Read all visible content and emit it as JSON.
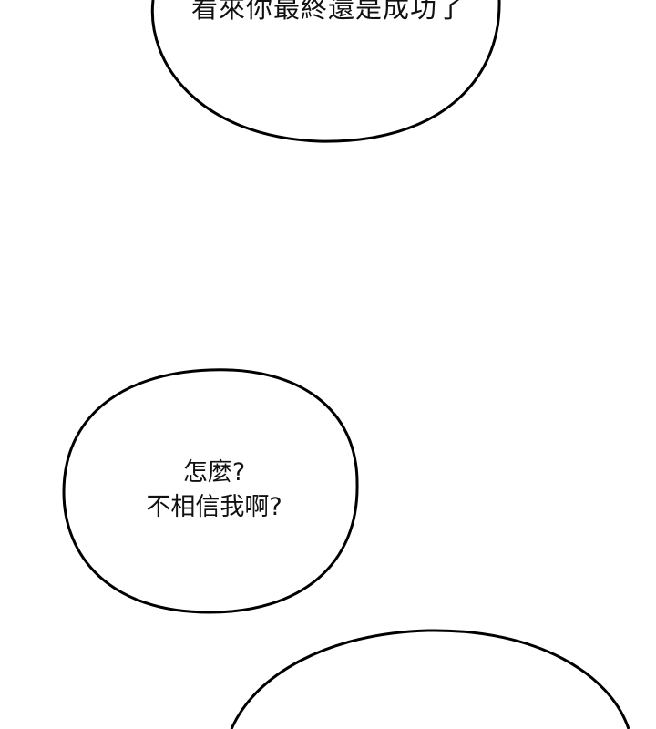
{
  "bubbles": [
    {
      "text": "看來你最終還是成功了"
    },
    {
      "lines": [
        "怎麼?",
        "不相信我啊?"
      ]
    },
    {
      "text": ""
    }
  ],
  "colors": {
    "outline": "#000000",
    "background": "#ffffff"
  }
}
